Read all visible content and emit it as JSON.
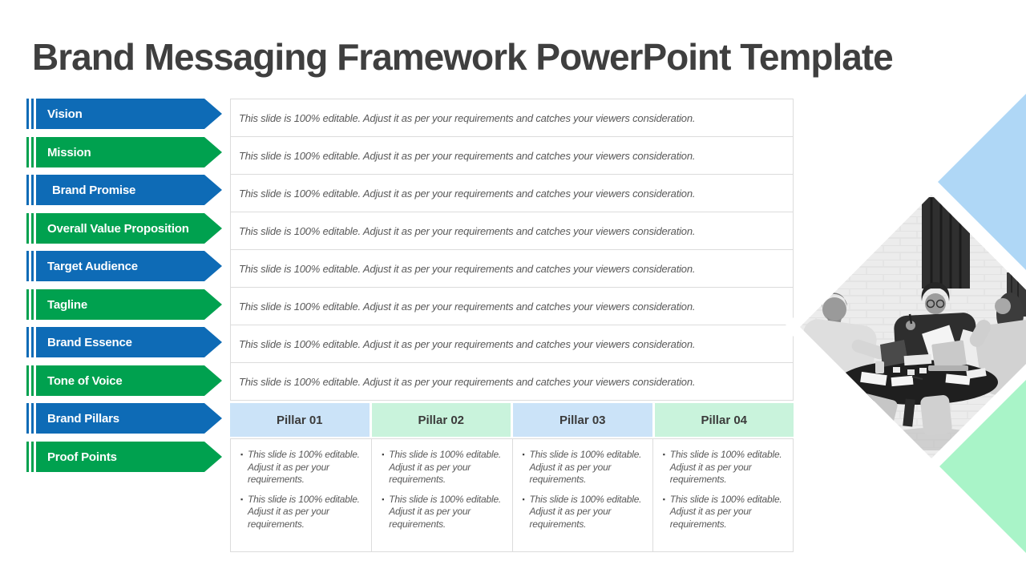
{
  "title": "Brand Messaging Framework PowerPoint Template",
  "framework": {
    "items": [
      {
        "label": "Vision",
        "color": "blue"
      },
      {
        "label": "Mission",
        "color": "green"
      },
      {
        "label": "Brand Promise",
        "color": "blue"
      },
      {
        "label": "Overall Value Proposition",
        "color": "green"
      },
      {
        "label": "Target Audience",
        "color": "blue"
      },
      {
        "label": "Tagline",
        "color": "green"
      },
      {
        "label": "Brand Essence",
        "color": "blue"
      },
      {
        "label": "Tone of Voice",
        "color": "green"
      },
      {
        "label": "Brand Pillars",
        "color": "blue"
      },
      {
        "label": "Proof Points",
        "color": "green"
      }
    ],
    "rows": [
      "This slide is 100% editable. Adjust it as per your requirements and catches your viewers consideration.",
      "This slide is 100% editable. Adjust it as per your requirements and catches your viewers consideration.",
      "This slide is 100% editable. Adjust it as per your requirements and catches your viewers consideration.",
      "This slide is 100% editable. Adjust it as per your requirements and catches your viewers consideration.",
      "This slide is 100% editable. Adjust it as per your requirements and catches your viewers consideration.",
      "This slide is 100% editable. Adjust it as per your requirements and catches your viewers consideration.",
      "This slide is 100% editable. Adjust it as per your requirements and catches your viewers consideration.",
      "This slide is 100% editable. Adjust it as per your requirements and catches your viewers consideration."
    ]
  },
  "pillars": {
    "columns": [
      {
        "header": "Pillar 01",
        "tint": "blue",
        "bullets": [
          "This slide is 100% editable. Adjust it as per your requirements.",
          "This slide is 100% editable. Adjust it as per your requirements."
        ]
      },
      {
        "header": "Pillar 02",
        "tint": "green",
        "bullets": [
          "This slide is 100% editable. Adjust it as per your requirements.",
          "This slide is 100% editable. Adjust it as per your requirements."
        ]
      },
      {
        "header": "Pillar 03",
        "tint": "blue",
        "bullets": [
          "This slide is 100% editable. Adjust it as per your requirements.",
          "This slide is 100% editable. Adjust it as per your requirements."
        ]
      },
      {
        "header": "Pillar 04",
        "tint": "green",
        "bullets": [
          "This slide is 100% editable. Adjust it as per your requirements.",
          "This slide is 100% editable. Adjust it as per your requirements."
        ]
      }
    ]
  },
  "image": {
    "description": "grayscale-team-meeting-photo-in-diamond"
  },
  "colors": {
    "arrow_blue": "#0e6bb6",
    "arrow_green": "#00a14f",
    "header_blue": "#cbe3f8",
    "header_green": "#c9f3dc",
    "diamond_blue": "#afd7f6",
    "diamond_green": "#a9f4c8",
    "title_text": "#3f3f3f",
    "body_text": "#595959",
    "border": "#dcdcdc"
  }
}
